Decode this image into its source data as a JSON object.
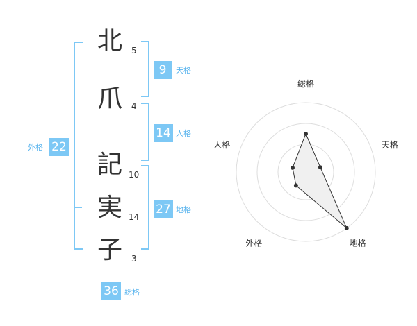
{
  "name": {
    "chars": [
      {
        "char": "北",
        "strokes": "5"
      },
      {
        "char": "爪",
        "strokes": "4"
      },
      {
        "char": "記",
        "strokes": "10"
      },
      {
        "char": "実",
        "strokes": "14"
      },
      {
        "char": "子",
        "strokes": "3"
      }
    ]
  },
  "fortunes": {
    "tenkaku": {
      "value": "9",
      "label": "天格"
    },
    "jinkaku": {
      "value": "14",
      "label": "人格"
    },
    "chikaku": {
      "value": "27",
      "label": "地格"
    },
    "gaikaku": {
      "value": "22",
      "label": "外格"
    },
    "soukaku": {
      "value": "36",
      "label": "総格"
    }
  },
  "colors": {
    "accent": "#7dc8f5",
    "label": "#5bb5ee",
    "text": "#333333"
  },
  "chart_data": {
    "type": "radar",
    "axes": [
      "総格",
      "天格",
      "地格",
      "外格",
      "人格"
    ],
    "values": [
      0.55,
      0.22,
      1.0,
      0.24,
      0.2
    ]
  }
}
